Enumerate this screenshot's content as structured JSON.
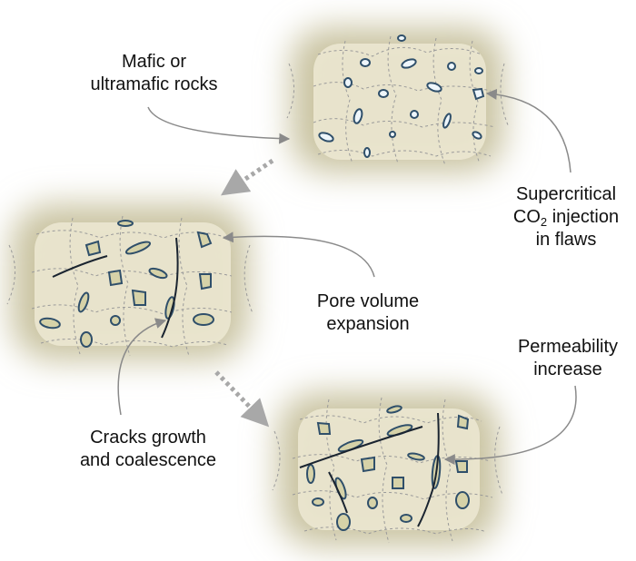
{
  "labels": {
    "mafic": {
      "line1": "Mafic or",
      "line2": "ultramafic rocks"
    },
    "co2": {
      "line1": "Supercritical",
      "line2_prefix": "CO",
      "line2_sub": "2",
      "line2_suffix": " injection",
      "line3": "in flaws"
    },
    "pore": {
      "line1": "Pore volume",
      "line2": "expansion"
    },
    "permeability": {
      "line1": "Permeability",
      "line2": "increase"
    },
    "cracks": {
      "line1": "Cracks growth",
      "line2": "and coalescence"
    }
  },
  "colors": {
    "rock_halo": "#c9c3a0",
    "rock_core": "#ede9d4",
    "pore_fill_open": "#eef6fb",
    "pore_fill_co2": "#d6d2a8",
    "pore_outline": "#2f4f6a",
    "crack": "#1a2430",
    "grain_boundary": "#9a9a9a",
    "arrow": "#8a8a8a",
    "stage_arrow": "#a8a8a8"
  },
  "stages": [
    {
      "name": "mafic-rock-block",
      "state": "open pores"
    },
    {
      "name": "expanded-pore-block",
      "state": "pore volume expansion"
    },
    {
      "name": "cracked-block",
      "state": "crack coalescence"
    }
  ]
}
